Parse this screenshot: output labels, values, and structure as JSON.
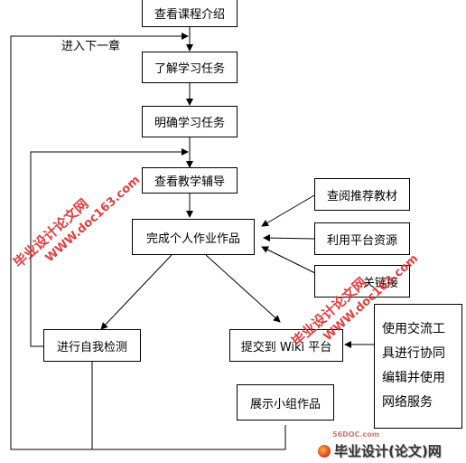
{
  "boxes": {
    "view_intro": "查看课程介绍",
    "understand_tasks": "了解学习任务",
    "clarify_tasks": "明确学习任务",
    "view_guidance": "查看教学辅导",
    "recommended_materials": "查阅推荐教材",
    "platform_resources": "利用平台资源",
    "related_links": "关链接",
    "complete_work": "完成个人作业作品",
    "self_check": "进行自我检测",
    "submit_wiki": "提交到 Wiki 平台",
    "show_group_work": "展示小组作品",
    "exchange_tools": [
      "使用交流工",
      "具进行协同",
      "编辑并使用",
      "网络服务"
    ]
  },
  "labels": {
    "next_chapter": "进入下一章"
  },
  "watermarks": {
    "left": {
      "line1": "毕业设计论文网",
      "line2": "WWW.doc163.com"
    },
    "right": {
      "line1": "毕业设计论文网",
      "line2": "WWW.doc163.com"
    }
  },
  "footer": {
    "small_site": "56DOC.com",
    "brand": "毕业设计(论文)网"
  },
  "colors": {
    "watermark": "#e02424",
    "line": "#000000"
  }
}
